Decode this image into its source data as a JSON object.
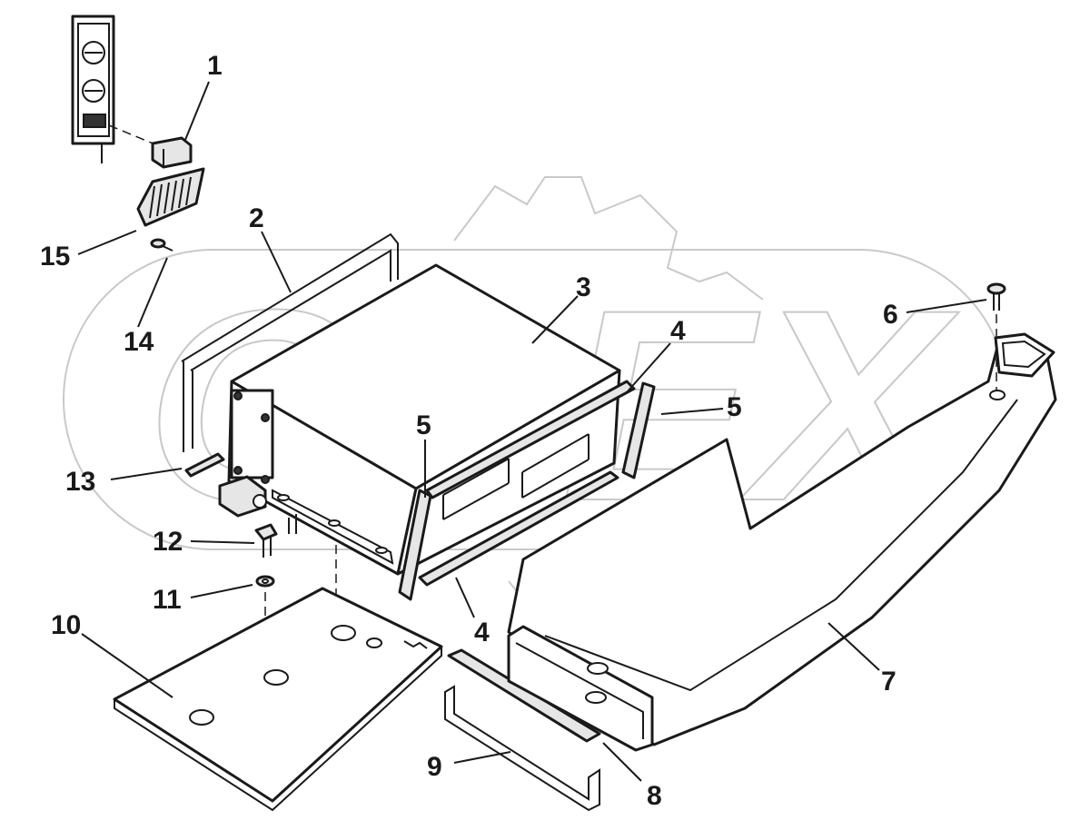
{
  "watermark": {
    "text": "OPEX",
    "color": "#c9c9c9"
  },
  "callouts": [
    {
      "id": "c1",
      "label": "1"
    },
    {
      "id": "c2",
      "label": "2"
    },
    {
      "id": "c3",
      "label": "3"
    },
    {
      "id": "c4a",
      "label": "4"
    },
    {
      "id": "c4b",
      "label": "4"
    },
    {
      "id": "c5a",
      "label": "5"
    },
    {
      "id": "c5b",
      "label": "5"
    },
    {
      "id": "c6",
      "label": "6"
    },
    {
      "id": "c7",
      "label": "7"
    },
    {
      "id": "c8",
      "label": "8"
    },
    {
      "id": "c9",
      "label": "9"
    },
    {
      "id": "c10",
      "label": "10"
    },
    {
      "id": "c11",
      "label": "11"
    },
    {
      "id": "c12",
      "label": "12"
    },
    {
      "id": "c13",
      "label": "13"
    },
    {
      "id": "c14",
      "label": "14"
    },
    {
      "id": "c15",
      "label": "15"
    }
  ],
  "colors": {
    "line": "#1a1a1a",
    "watermark": "#c9c9c9",
    "background": "#ffffff"
  }
}
